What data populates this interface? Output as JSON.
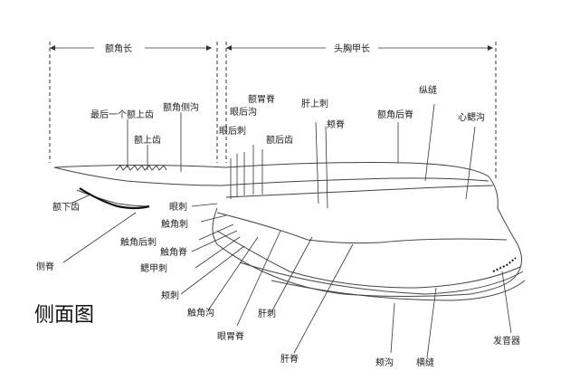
{
  "title": "侧面图",
  "dimensions": {
    "rostrum_length": "额角长",
    "carapace_length": "头胸甲长"
  },
  "labels": {
    "last_rostral_tooth": "最后一个额上齿",
    "rostral_lateral_groove": "额角侧沟",
    "upper_rostral_teeth": "额上齿",
    "lower_rostral_teeth": "额下齿",
    "lateral_ridge": "侧脊",
    "orbital_spine": "眼刺",
    "antennal_spine": "触角刺",
    "postantennal_spine": "触角后刺",
    "antennal_ridge": "触角脊",
    "branchiostegal_spine": "鳃甲刺",
    "pterygostomian_spine": "颊刺",
    "antennal_groove": "触角沟",
    "orbito_gastric_ridge": "眼胃脊",
    "hepatic_spine": "肝刺",
    "hepatic_ridge": "肝脊",
    "cervical_groove": "颊沟",
    "transverse_suture": "横缝",
    "stridulating_organ": "发音器",
    "cardiac_groove": "心鳃沟",
    "longitudinal_suture": "纵缝",
    "adrostral_carina": "额角后脊",
    "cervical_ridge": "颊脊",
    "epigastric_spine": "肝上刺",
    "gastro_orbital_ridge": "额胃脊",
    "postorbital_groove": "眼后沟",
    "postorbital_spine": "眼后刺",
    "postrostral_groove": "额后齿"
  }
}
